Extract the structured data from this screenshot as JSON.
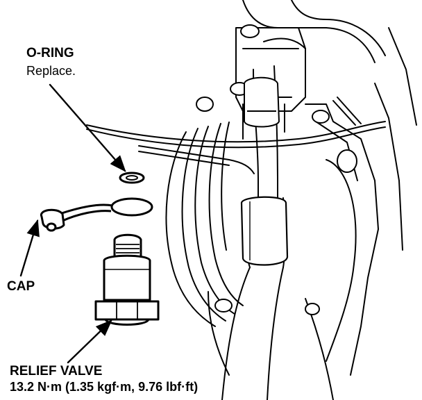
{
  "labels": {
    "o_ring": "O-RING",
    "o_ring_note": "Replace.",
    "cap": "CAP",
    "relief_valve": "RELIEF VALVE",
    "relief_valve_torque": "13.2 N·m (1.35 kgf·m, 9.76 lbf·ft)"
  },
  "colors": {
    "ink": "#000000",
    "paper": "#ffffff"
  }
}
